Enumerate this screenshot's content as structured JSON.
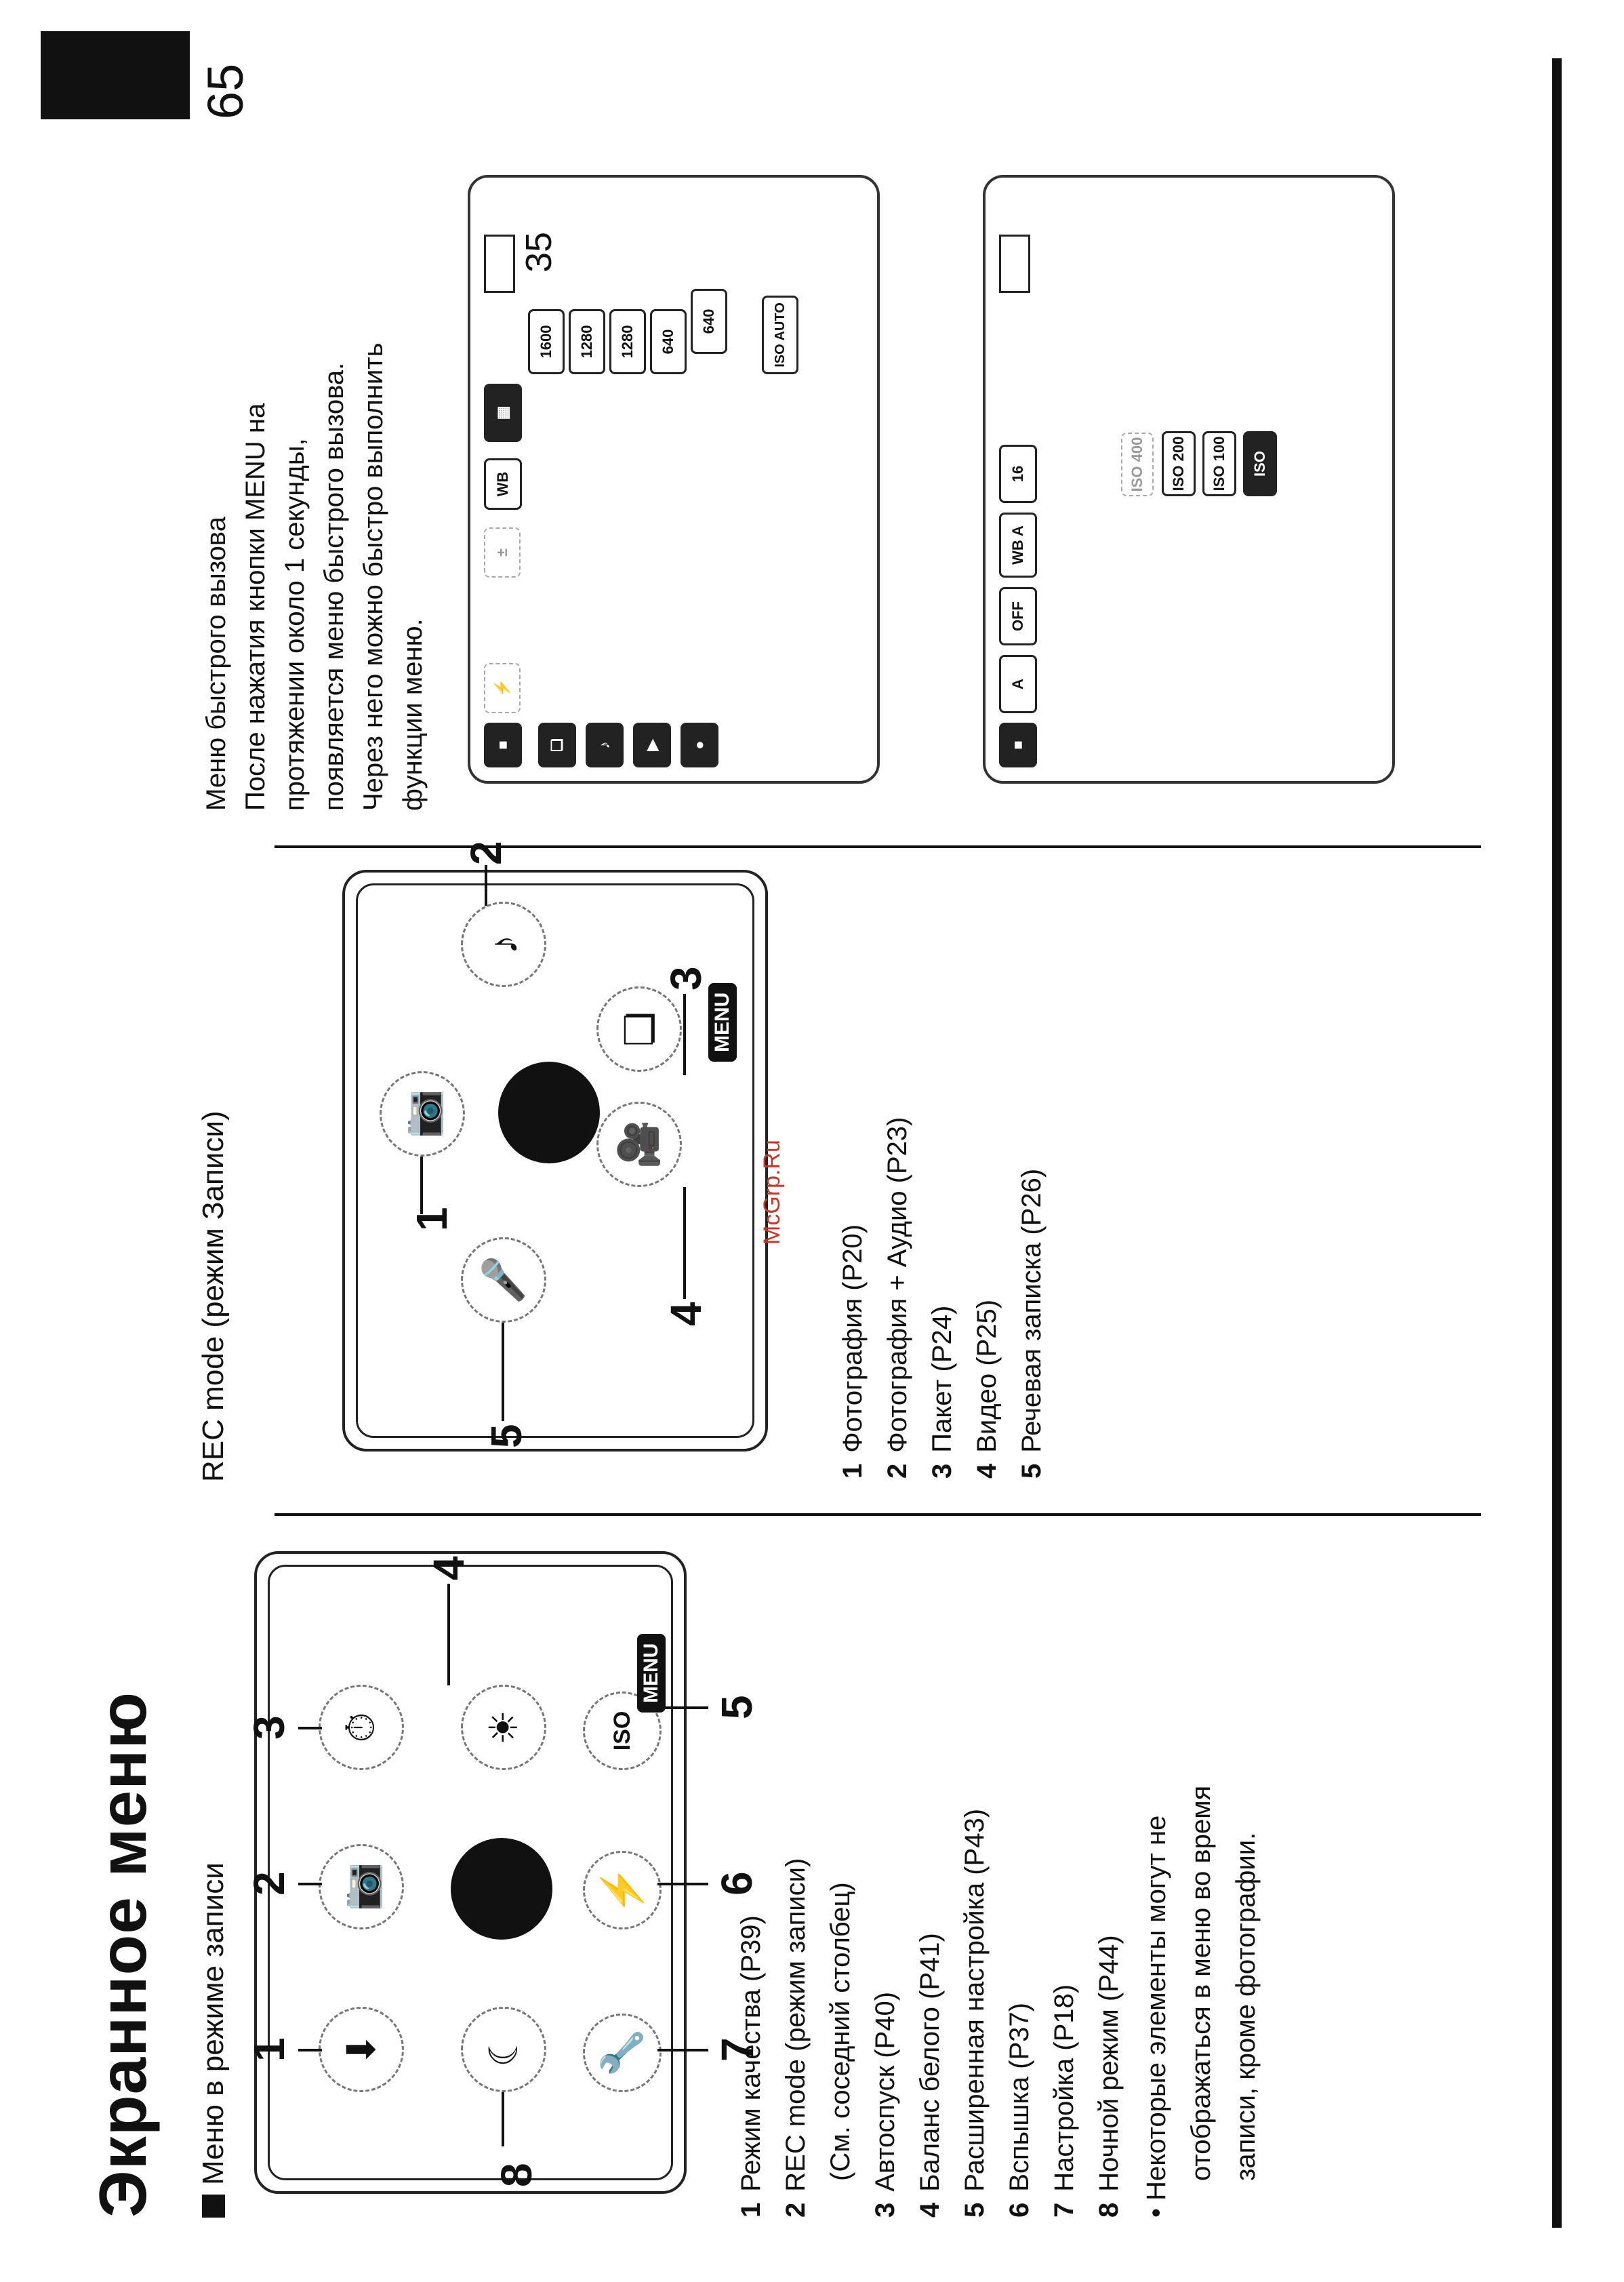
{
  "page": {
    "title": "Экранное меню",
    "section1_heading": "Меню в режиме записи",
    "section2_heading": "REC mode (режим Записи)",
    "section3_text": [
      "Меню быстрого вызова",
      "После нажатия кнопки MENU на",
      "протяжении около 1 секунды,",
      "появляется меню быстрого вызова.",
      "Через него можно быстро выполнить",
      "функции меню."
    ],
    "page_number": "65",
    "watermark": "McGrp.Ru"
  },
  "rec_menu_diagram": {
    "callouts": [
      "1",
      "2",
      "3",
      "4",
      "5",
      "6",
      "7",
      "8"
    ],
    "menu_label": "MENU",
    "icons": [
      {
        "id": "1",
        "icon": "quality-icon",
        "glyph": "⬇"
      },
      {
        "id": "2",
        "icon": "rec-mode-icon",
        "glyph": "📷"
      },
      {
        "id": "3",
        "icon": "self-timer-icon",
        "glyph": "⏱"
      },
      {
        "id": "4",
        "icon": "white-balance-icon",
        "glyph": "☀"
      },
      {
        "id": "5",
        "icon": "exposure-iso-icon",
        "glyph": "ISO"
      },
      {
        "id": "6",
        "icon": "flash-icon",
        "glyph": "⚡"
      },
      {
        "id": "7",
        "icon": "setup-icon",
        "glyph": "🔧"
      },
      {
        "id": "8",
        "icon": "night-mode-icon",
        "glyph": "☾"
      }
    ]
  },
  "rec_menu_list": [
    {
      "n": "1",
      "text": "Режим качества (P39)"
    },
    {
      "n": "2",
      "text": "REC mode (режим записи)"
    },
    {
      "n": "",
      "text": "(См. соседний столбец)"
    },
    {
      "n": "3",
      "text": "Автоспуск (P40)"
    },
    {
      "n": "4",
      "text": "Баланс белого (P41)"
    },
    {
      "n": "5",
      "text": "Расширенная настройка (P43)"
    },
    {
      "n": "6",
      "text": "Вспышка (P37)"
    },
    {
      "n": "7",
      "text": "Настройка (P18)"
    },
    {
      "n": "8",
      "text": "Ночной режим (P44)"
    }
  ],
  "rec_menu_note": [
    "Некоторые элементы могут не",
    "отображаться в меню во время",
    "записи, кроме фотографии."
  ],
  "rec_mode_diagram": {
    "callouts": [
      "1",
      "2",
      "3",
      "4",
      "5"
    ],
    "menu_label": "MENU"
  },
  "rec_mode_list": [
    {
      "n": "1",
      "text": "Фотография (P20)"
    },
    {
      "n": "2",
      "text": "Фотография + Аудио (P23)"
    },
    {
      "n": "3",
      "text": "Пакет (P24)"
    },
    {
      "n": "4",
      "text": "Видео (P25)"
    },
    {
      "n": "5",
      "text": "Речевая записка (P26)"
    }
  ],
  "quick_menu_1": {
    "shots_remaining": "35",
    "iso_label": "ISO AUTO",
    "sizes": [
      "1600",
      "1280",
      "1280",
      "640",
      "640"
    ]
  },
  "quick_menu_2": {
    "top_row": [
      "A",
      "OFF",
      "WB A",
      "16"
    ],
    "iso_options": [
      "ISO 400",
      "ISO 200",
      "ISO 100",
      "ISO"
    ]
  }
}
